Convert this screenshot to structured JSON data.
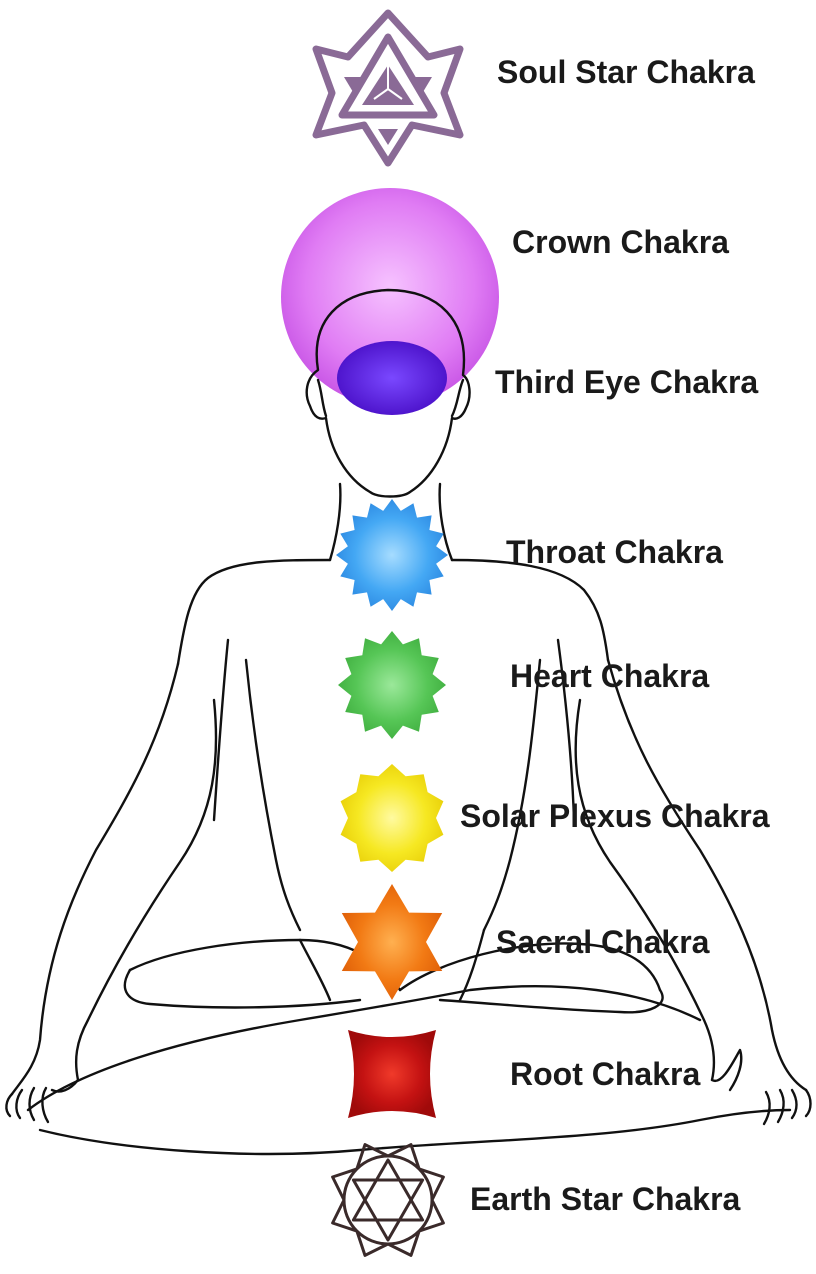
{
  "chakras": [
    {
      "id": "soul_star",
      "label": "Soul Star Chakra",
      "color": "#8a6a96",
      "shape": "star-of-david-triangles"
    },
    {
      "id": "crown",
      "label": "Crown Chakra",
      "color": "#d86cf0",
      "shape": "circle"
    },
    {
      "id": "third_eye",
      "label": "Third Eye Chakra",
      "color": "#5a1ae0",
      "shape": "oval"
    },
    {
      "id": "throat",
      "label": "Throat Chakra",
      "color": "#3aa2f2",
      "shape": "16-point-star"
    },
    {
      "id": "heart",
      "label": "Heart Chakra",
      "color": "#52c452",
      "shape": "12-point-star"
    },
    {
      "id": "solar_plexus",
      "label": "Solar Plexus Chakra",
      "color": "#f2e20e",
      "shape": "10-point-star"
    },
    {
      "id": "sacral",
      "label": "Sacral Chakra",
      "color": "#f07010",
      "shape": "6-point-star"
    },
    {
      "id": "root",
      "label": "Root Chakra",
      "color": "#c01010",
      "shape": "concave-square"
    },
    {
      "id": "earth_star",
      "label": "Earth Star Chakra",
      "color": "#3a2a2a",
      "shape": "lotus-hexagram"
    }
  ],
  "figure": {
    "description_icon": "meditating-person-outline-icon",
    "stroke_color": "#111111"
  }
}
